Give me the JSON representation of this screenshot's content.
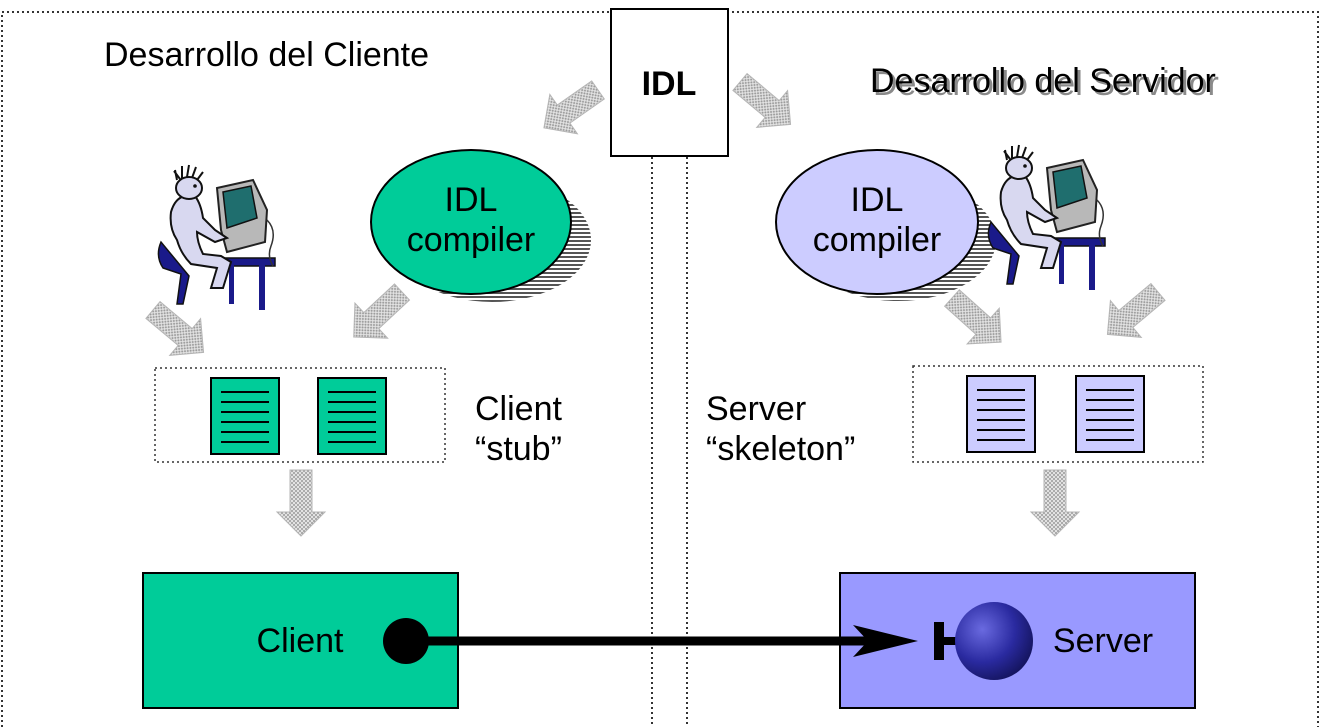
{
  "client_side": {
    "title": "Desarrollo del Cliente",
    "compiler_label_line1": "IDL",
    "compiler_label_line2": "compiler",
    "stub_label_line1": "Client",
    "stub_label_line2": "“stub”",
    "client_box_label": "Client"
  },
  "idl_box": {
    "label": "IDL"
  },
  "server_side": {
    "title": "Desarrollo del Servidor",
    "compiler_label_line1": "IDL",
    "compiler_label_line2": "compiler",
    "skeleton_label_line1": "Server",
    "skeleton_label_line2": "“skeleton”",
    "server_box_label": "Server"
  },
  "colors": {
    "client_green": "#00cc99",
    "server_purple": "#9999ff",
    "server_light_purple": "#ccccff",
    "arrow_gray": "#cccccc",
    "sphere_blue": "#2a2aa0"
  },
  "icons": {
    "developer": "developer-at-computer-icon",
    "document": "document-icon"
  }
}
